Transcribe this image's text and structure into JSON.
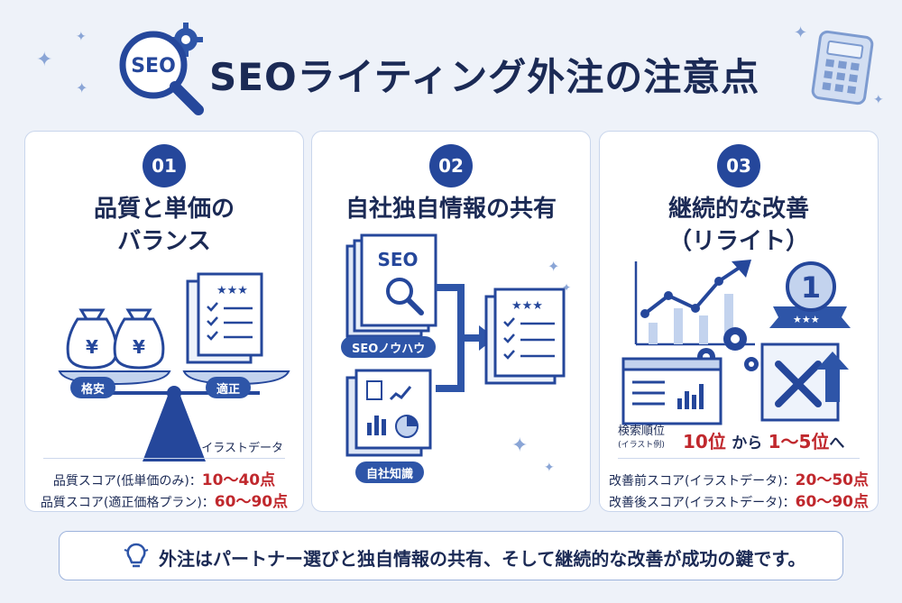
{
  "header": {
    "title": "SEOライティング外注の注意点",
    "logo_text": "SEO",
    "logo_icon": "magnifier-gear-icon",
    "right_icon": "calculator-icon"
  },
  "cards": [
    {
      "number": "01",
      "title_line1": "品質と単価の",
      "title_line2": "バランス",
      "labels": [
        "格安",
        "適正"
      ],
      "currency_symbol": "¥",
      "note": "イラストデータ",
      "rows": [
        {
          "label": "品質スコア(低単価のみ)：",
          "value": "10〜40点"
        },
        {
          "label": "品質スコア(適正価格プラン)：",
          "value": "60〜90点"
        }
      ]
    },
    {
      "number": "02",
      "title": "自社独自情報の共有",
      "doc_text": "SEO",
      "labels": [
        "SEOノウハウ",
        "自社知識"
      ]
    },
    {
      "number": "03",
      "title_line1": "継続的な改善",
      "title_line2": "（リライト）",
      "rank_badge": "1",
      "rank_label": "検索順位",
      "rank_sub": "(イラスト例)",
      "rank_from": "10位",
      "rank_mid": "から",
      "rank_to": "1〜5位",
      "rank_end": "へ",
      "rows": [
        {
          "label": "改善前スコア(イラストデータ)：",
          "value": "20〜50点"
        },
        {
          "label": "改善後スコア(イラストデータ)：",
          "value": "60〜90点"
        }
      ]
    }
  ],
  "footer": {
    "icon": "lightbulb-icon",
    "text": "外注はパートナー選びと独自情報の共有、そして継続的な改善が成功の鍵です。"
  },
  "colors": {
    "navy": "#1b2a55",
    "accent": "#2e55a8",
    "highlight": "#c0282d",
    "background": "#eef2f9"
  }
}
